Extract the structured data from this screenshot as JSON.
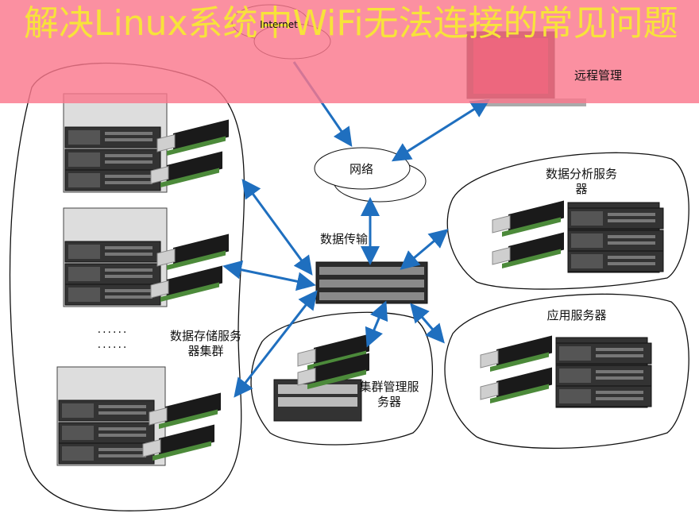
{
  "banner": {
    "title": "解决Linux系统中WiFi无法连接的常见问题"
  },
  "labels": {
    "internet": "Internet",
    "network": "网络",
    "remote": "远程管理",
    "transfer": "数据传输",
    "analysis": "数据分析服务器",
    "application": "应用服务器",
    "storage": "数据存储服务器集群",
    "cluster_mgmt": "集群管理服务器",
    "dots": "...... ......"
  },
  "colors": {
    "arrow": "#1f6fbf",
    "banner": "#fa788c",
    "banner_text": "#f7e33a"
  }
}
